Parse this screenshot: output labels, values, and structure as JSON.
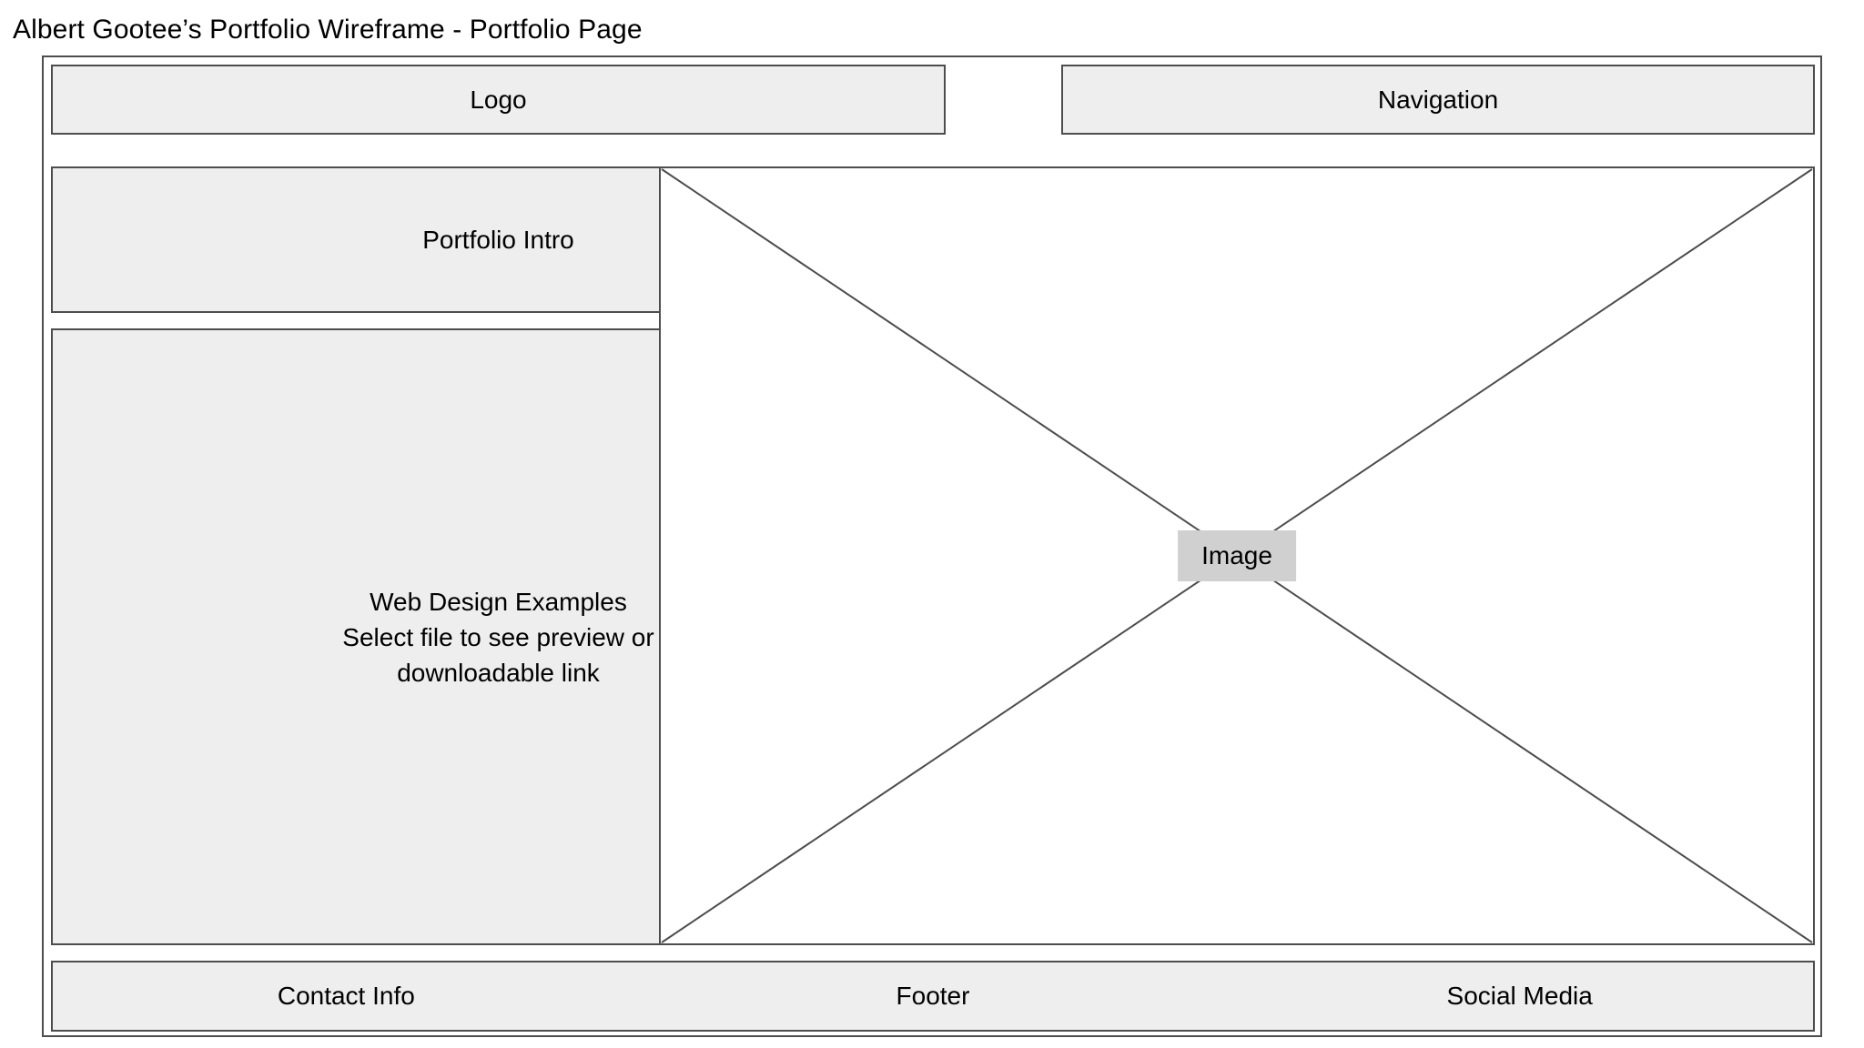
{
  "page": {
    "title": "Albert Gootee’s Portfolio Wireframe - Portfolio Page"
  },
  "colors": {
    "block_fill": "#eeeeee",
    "block_border": "#4d4d4d",
    "image_chip_fill": "#d0d0d0",
    "canvas": "#ffffff",
    "text": "#000000"
  },
  "wireframe": {
    "header": {
      "logo_label": "Logo",
      "navigation_label": "Navigation"
    },
    "left_column": {
      "intro_label": "Portfolio Intro",
      "examples": {
        "line1": "Web Design Examples",
        "line2": "Select file to see preview or",
        "line3": "downloadable link"
      }
    },
    "image_area": {
      "placeholder_label": "Image"
    },
    "footer": {
      "cells": [
        {
          "label": "Contact Info"
        },
        {
          "label": "Footer"
        },
        {
          "label": "Social Media"
        }
      ]
    }
  }
}
